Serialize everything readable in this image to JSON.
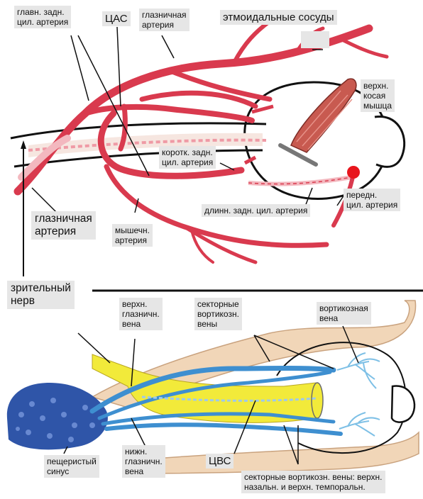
{
  "top_panel": {
    "labels": {
      "main_post_cil": "главн. задн.\nцил. артерия",
      "cra": "ЦАС",
      "ophthalmic_top": "глазничная\nартерия",
      "ethmoid": "этмоидальные сосуды",
      "sup_oblique": "верхн.\nкосая\nмышца",
      "short_post_cil": "коротк. задн.\nцил. артерия",
      "ant_cil": "передн.\nцил. артерия",
      "long_post_cil": "длинн. задн. цил. артерия",
      "ophthalmic_left": "глазничная\nартерия",
      "muscular": "мышечн.\nартерия"
    }
  },
  "optic_nerve_label": "зрительный\nнерв",
  "bottom_panel": {
    "labels": {
      "sup_oph_vein": "верхн.\nглазничн.\nвена",
      "sector_vortex": "секторные\nвортикозн.\nвены",
      "vortex": "вортикозная\nвена",
      "cav_sinus": "пещеристый\nсинус",
      "inf_oph_vein": "нижн.\nглазничн.\nвена",
      "cvs": "ЦВС",
      "sector_vortex_sup": "секторные вортикозн. вены: верхн.\nназальн. и верхн. темпоральн."
    }
  },
  "colors": {
    "artery": "#d93a4e",
    "artery_pale": "#f3b8bf",
    "vein": "#3e8fd0",
    "nerve_yellow": "#f2ea3a",
    "muscle": "#c85a50",
    "tissue": "#f1d6b8",
    "sinus": "#2f55a8",
    "label_bg": "#e6e6e6"
  }
}
